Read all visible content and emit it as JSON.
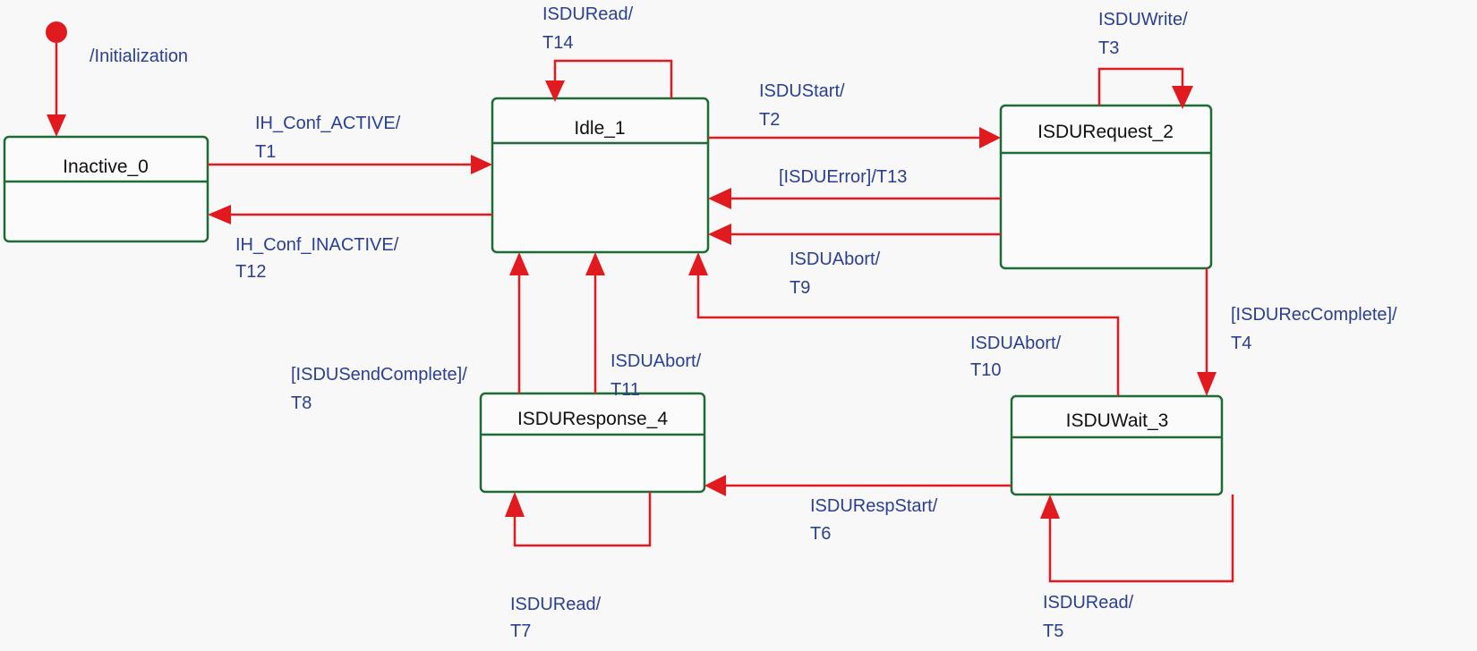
{
  "diagram": {
    "type": "state-machine",
    "initial": {
      "label": "/Initialization",
      "target": "inactive"
    },
    "states": {
      "inactive": {
        "name": "Inactive_0"
      },
      "idle": {
        "name": "Idle_1"
      },
      "request": {
        "name": "ISDURequest_2"
      },
      "wait": {
        "name": "ISDUWait_3"
      },
      "response": {
        "name": "ISDUResponse_4"
      }
    },
    "transitions": {
      "t1": {
        "from": "Inactive_0",
        "to": "Idle_1",
        "line1": "IH_Conf_ACTIVE/",
        "line2": "T1"
      },
      "t2": {
        "from": "Idle_1",
        "to": "ISDURequest_2",
        "line1": "ISDUStart/",
        "line2": "T2"
      },
      "t3": {
        "from": "ISDURequest_2",
        "to": "ISDURequest_2",
        "line1": "ISDUWrite/",
        "line2": "T3"
      },
      "t4": {
        "from": "ISDURequest_2",
        "to": "ISDUWait_3",
        "line1": "[ISDURecComplete]/",
        "line2": "T4"
      },
      "t5": {
        "from": "ISDUWait_3",
        "to": "ISDUWait_3",
        "line1": "ISDURead/",
        "line2": "T5"
      },
      "t6": {
        "from": "ISDUWait_3",
        "to": "ISDUResponse_4",
        "line1": "ISDURespStart/",
        "line2": "T6"
      },
      "t7": {
        "from": "ISDUResponse_4",
        "to": "ISDUResponse_4",
        "line1": "ISDURead/",
        "line2": "T7"
      },
      "t8": {
        "from": "ISDUResponse_4",
        "to": "Idle_1",
        "line1": "[ISDUSendComplete]/",
        "line2": "T8"
      },
      "t9": {
        "from": "ISDURequest_2",
        "to": "Idle_1",
        "line1": "ISDUAbort/",
        "line2": "T9"
      },
      "t10": {
        "from": "ISDUWait_3",
        "to": "Idle_1",
        "line1": "ISDUAbort/",
        "line2": "T10"
      },
      "t11": {
        "from": "ISDUResponse_4",
        "to": "Idle_1",
        "line1": "ISDUAbort/",
        "line2": "T11"
      },
      "t12": {
        "from": "Idle_1",
        "to": "Inactive_0",
        "line1": "IH_Conf_INACTIVE/",
        "line2": "T12"
      },
      "t13": {
        "from": "ISDURequest_2",
        "to": "Idle_1",
        "line1": "[ISDUError]/T13"
      },
      "t14": {
        "from": "Idle_1",
        "to": "Idle_1",
        "line1": "ISDURead/",
        "line2": "T14"
      }
    },
    "colors": {
      "edge": "#e01a1f",
      "state_border": "#1d6b35",
      "label": "#2a3f8f",
      "state_text": "#111111",
      "background": "#f8f8f9"
    }
  }
}
